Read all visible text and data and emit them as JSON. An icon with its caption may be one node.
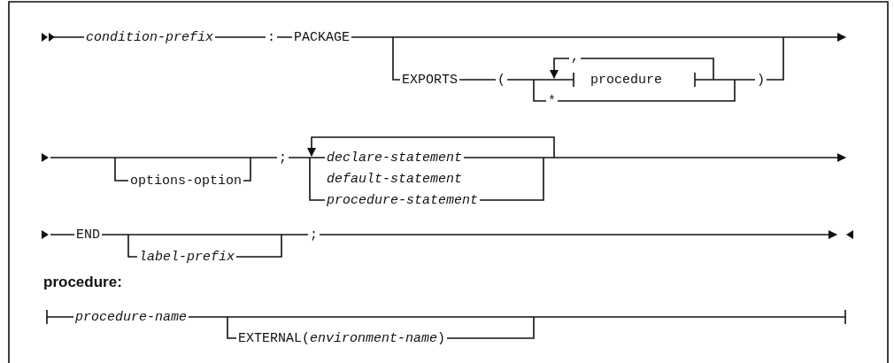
{
  "diagram": {
    "labels": [
      "condition-prefix",
      ":",
      "PACKAGE",
      "EXPORTS",
      "(",
      ",",
      "procedure",
      "*",
      ")",
      "options-option",
      ";",
      "declare-statement",
      "default-statement",
      "procedure-statement",
      "END",
      "label-prefix",
      ";",
      "procedure:",
      "procedure-name",
      "EXTERNAL(*environment-name*)"
    ]
  }
}
